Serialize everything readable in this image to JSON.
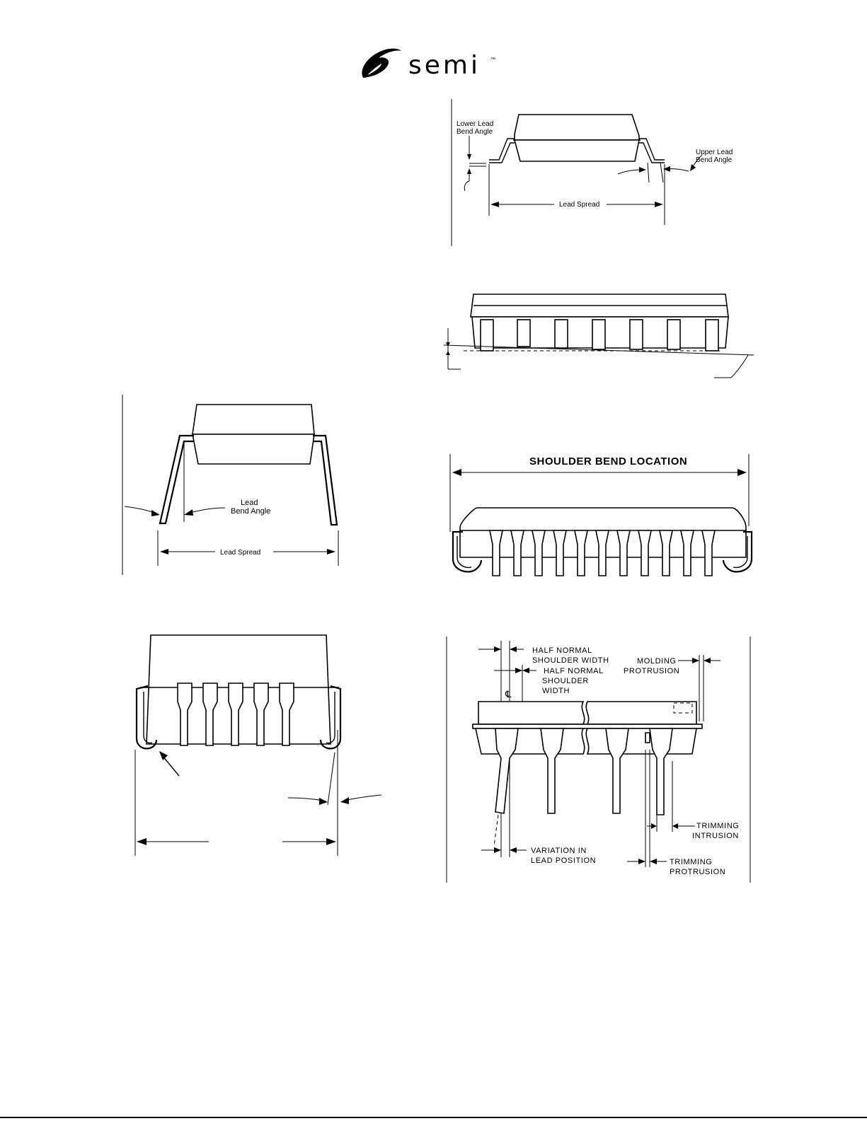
{
  "logo": {
    "word": "semi",
    "trademark": "™",
    "icon": "semi-swoosh-logo"
  },
  "fig_gull_wing": {
    "lower_lead_bend_angle_l1": "Lower Lead",
    "lower_lead_bend_angle_l2": "Bend Angle",
    "upper_lead_bend_angle_l1": "Upper Lead",
    "upper_lead_bend_angle_l2": "Bend Angle",
    "lead_spread": "Lead Spread"
  },
  "fig_dip": {
    "lead_bend_angle_l1": "Lead",
    "lead_bend_angle_l2": "Bend Angle",
    "lead_spread": "Lead Spread"
  },
  "fig_jlead": {
    "shoulder_bend_location": "SHOULDER BEND LOCATION"
  },
  "fig_trim": {
    "half_normal_shoulder_width_1_l1": "HALF NORMAL",
    "half_normal_shoulder_width_1_l2": "SHOULDER WIDTH",
    "half_normal_shoulder_width_2_l1": "HALF NORMAL",
    "half_normal_shoulder_width_2_l2": "SHOULDER",
    "half_normal_shoulder_width_2_l3": "WIDTH",
    "molding_protrusion_l1": "MOLDING",
    "molding_protrusion_l2": "PROTRUSION",
    "centerline_symbol": "℄",
    "trimming_intrusion_l1": "TRIMMING",
    "trimming_intrusion_l2": "INTRUSION",
    "variation_l1": "VARIATION IN",
    "variation_l2": "LEAD POSITION",
    "trimming_protrusion_l1": "TRIMMING",
    "trimming_protrusion_l2": "PROTRUSION"
  }
}
